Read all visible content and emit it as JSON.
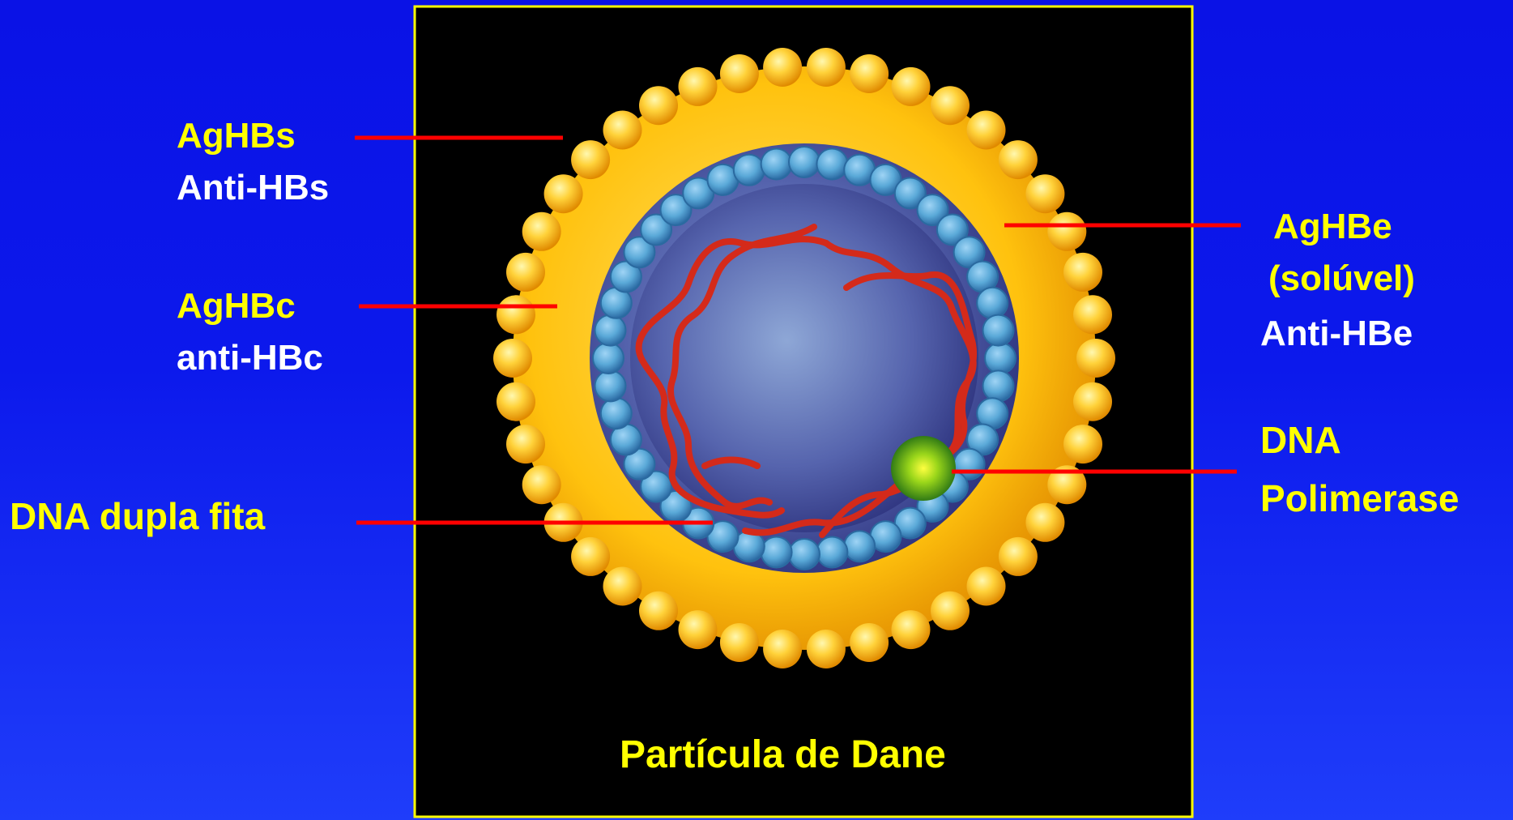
{
  "slide": {
    "colors": {
      "background": "#0a12e6",
      "panel": "#000000",
      "panel_border": "#ffff00",
      "envelope": "#ffc20e",
      "surface_antigen": "#ffd23a",
      "capsid": "#5aa9d8",
      "core": "#5563ad",
      "dna_strand": "#d42a1a",
      "polymerase": "#9ad61a",
      "pointer_line": "#ff0000",
      "label_primary": "#ffff00",
      "label_secondary": "#ffffff"
    },
    "labels": {
      "aghbs": "AgHBs",
      "anti_hbs": "Anti-HBs",
      "aghbc": "AgHBc",
      "anti_hbc": "anti-HBc",
      "dna_double": "DNA dupla fita",
      "aghbe": "AgHBe",
      "aghbe_soluble": "(solúvel)",
      "anti_hbe": "Anti-HBe",
      "dna": "DNA",
      "polimerase": "Polimerase"
    },
    "caption": "Partícula de Dane"
  }
}
